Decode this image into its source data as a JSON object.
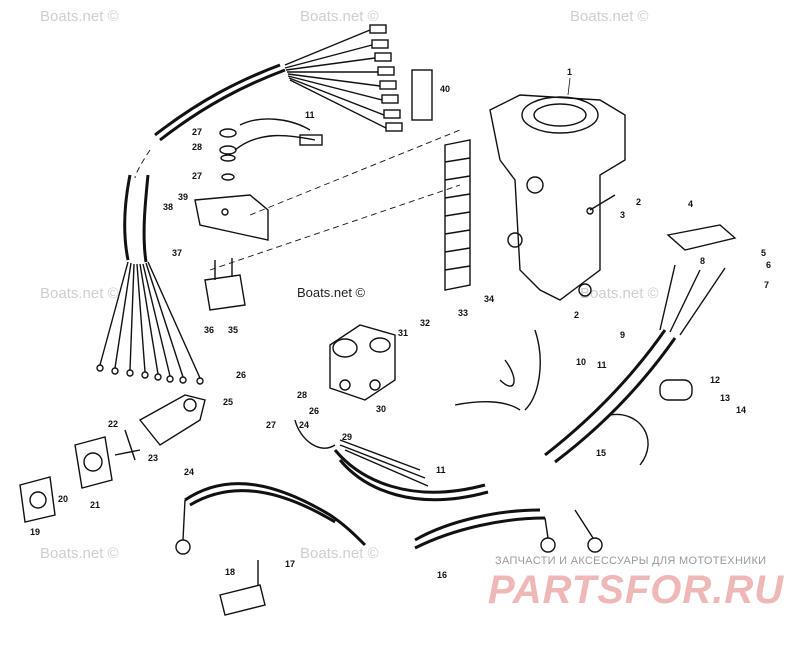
{
  "watermarks": {
    "text": "Boats.net ©",
    "center_label": "Boats.net ©"
  },
  "brand": {
    "tagline": "ЗАПЧАСТИ И АКСЕССУАРЫ ДЛЯ МОТОТЕХНИКИ",
    "logo": "PARTSFOR.RU"
  },
  "callouts": [
    "1",
    "2",
    "3",
    "4",
    "5",
    "6",
    "7",
    "8",
    "9",
    "10",
    "11",
    "12",
    "13",
    "14",
    "15",
    "16",
    "17",
    "18",
    "19",
    "20",
    "21",
    "22",
    "23",
    "24",
    "25",
    "26",
    "27",
    "28",
    "29",
    "30",
    "31",
    "32",
    "33",
    "34",
    "35",
    "36",
    "37",
    "38",
    "39",
    "40"
  ],
  "colors": {
    "line": "#111111",
    "watermark": "#cfcfcf",
    "logo": "#f0b7b7"
  }
}
